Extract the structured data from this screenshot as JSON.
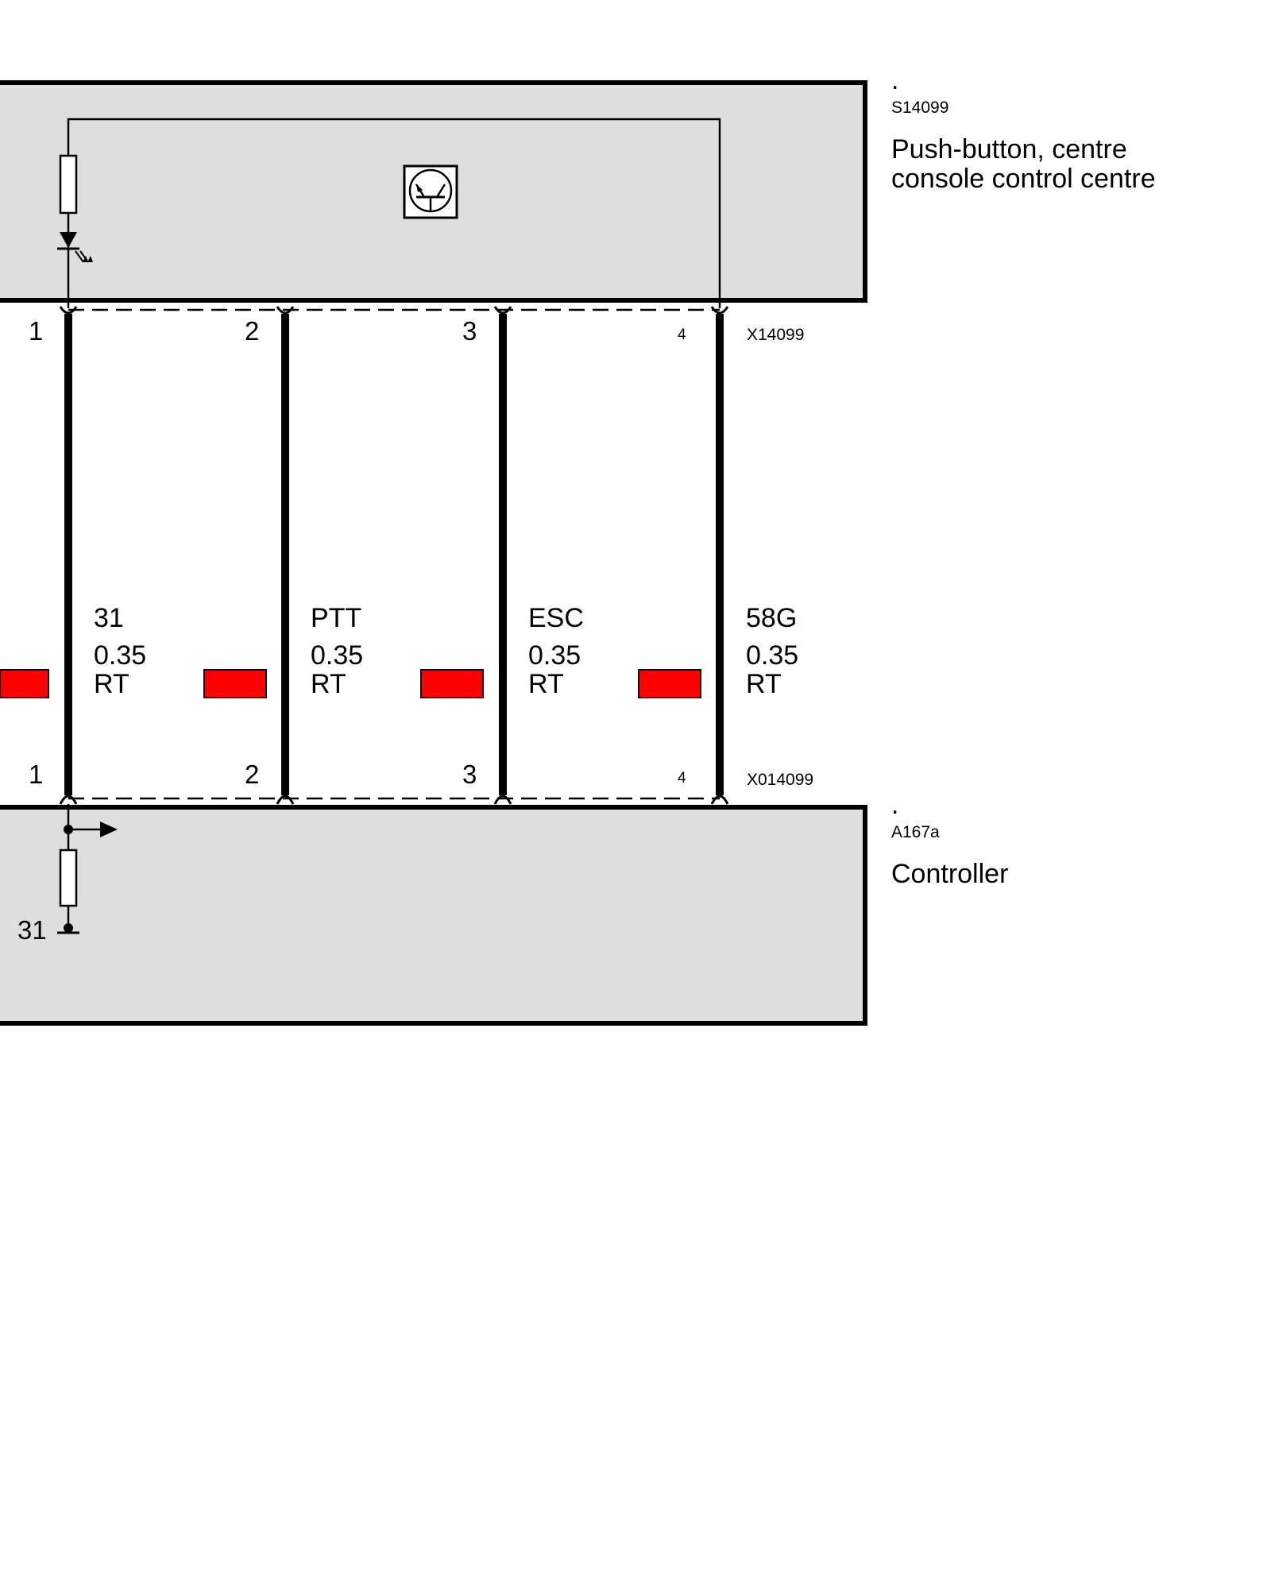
{
  "colors": {
    "component_fill": "#dedede",
    "wire": "#000000",
    "wire_color_marker": "#ff0000"
  },
  "top_component": {
    "dot": ".",
    "code": "S14099",
    "name_line1": "Push-button, centre",
    "name_line2": "console control centre",
    "connector": "X14099",
    "icons": [
      "resistor-icon",
      "led-icon",
      "transistor-icon"
    ]
  },
  "bottom_component": {
    "dot": ".",
    "code": "A167a",
    "name": "Controller",
    "connector": "X014099",
    "ground_label": "31",
    "icons": [
      "junction-dot-icon",
      "arrow-right-icon",
      "resistor-icon",
      "ground-icon"
    ]
  },
  "wires": [
    {
      "pin_top": "1",
      "pin_bottom": "1",
      "signal": "31",
      "cross_section": "0.35",
      "color_code": "RT"
    },
    {
      "pin_top": "2",
      "pin_bottom": "2",
      "signal": "PTT",
      "cross_section": "0.35",
      "color_code": "RT"
    },
    {
      "pin_top": "3",
      "pin_bottom": "3",
      "signal": "ESC",
      "cross_section": "0.35",
      "color_code": "RT"
    },
    {
      "pin_top": "4",
      "pin_bottom": "4",
      "signal": "58G",
      "cross_section": "0.35",
      "color_code": "RT"
    }
  ]
}
